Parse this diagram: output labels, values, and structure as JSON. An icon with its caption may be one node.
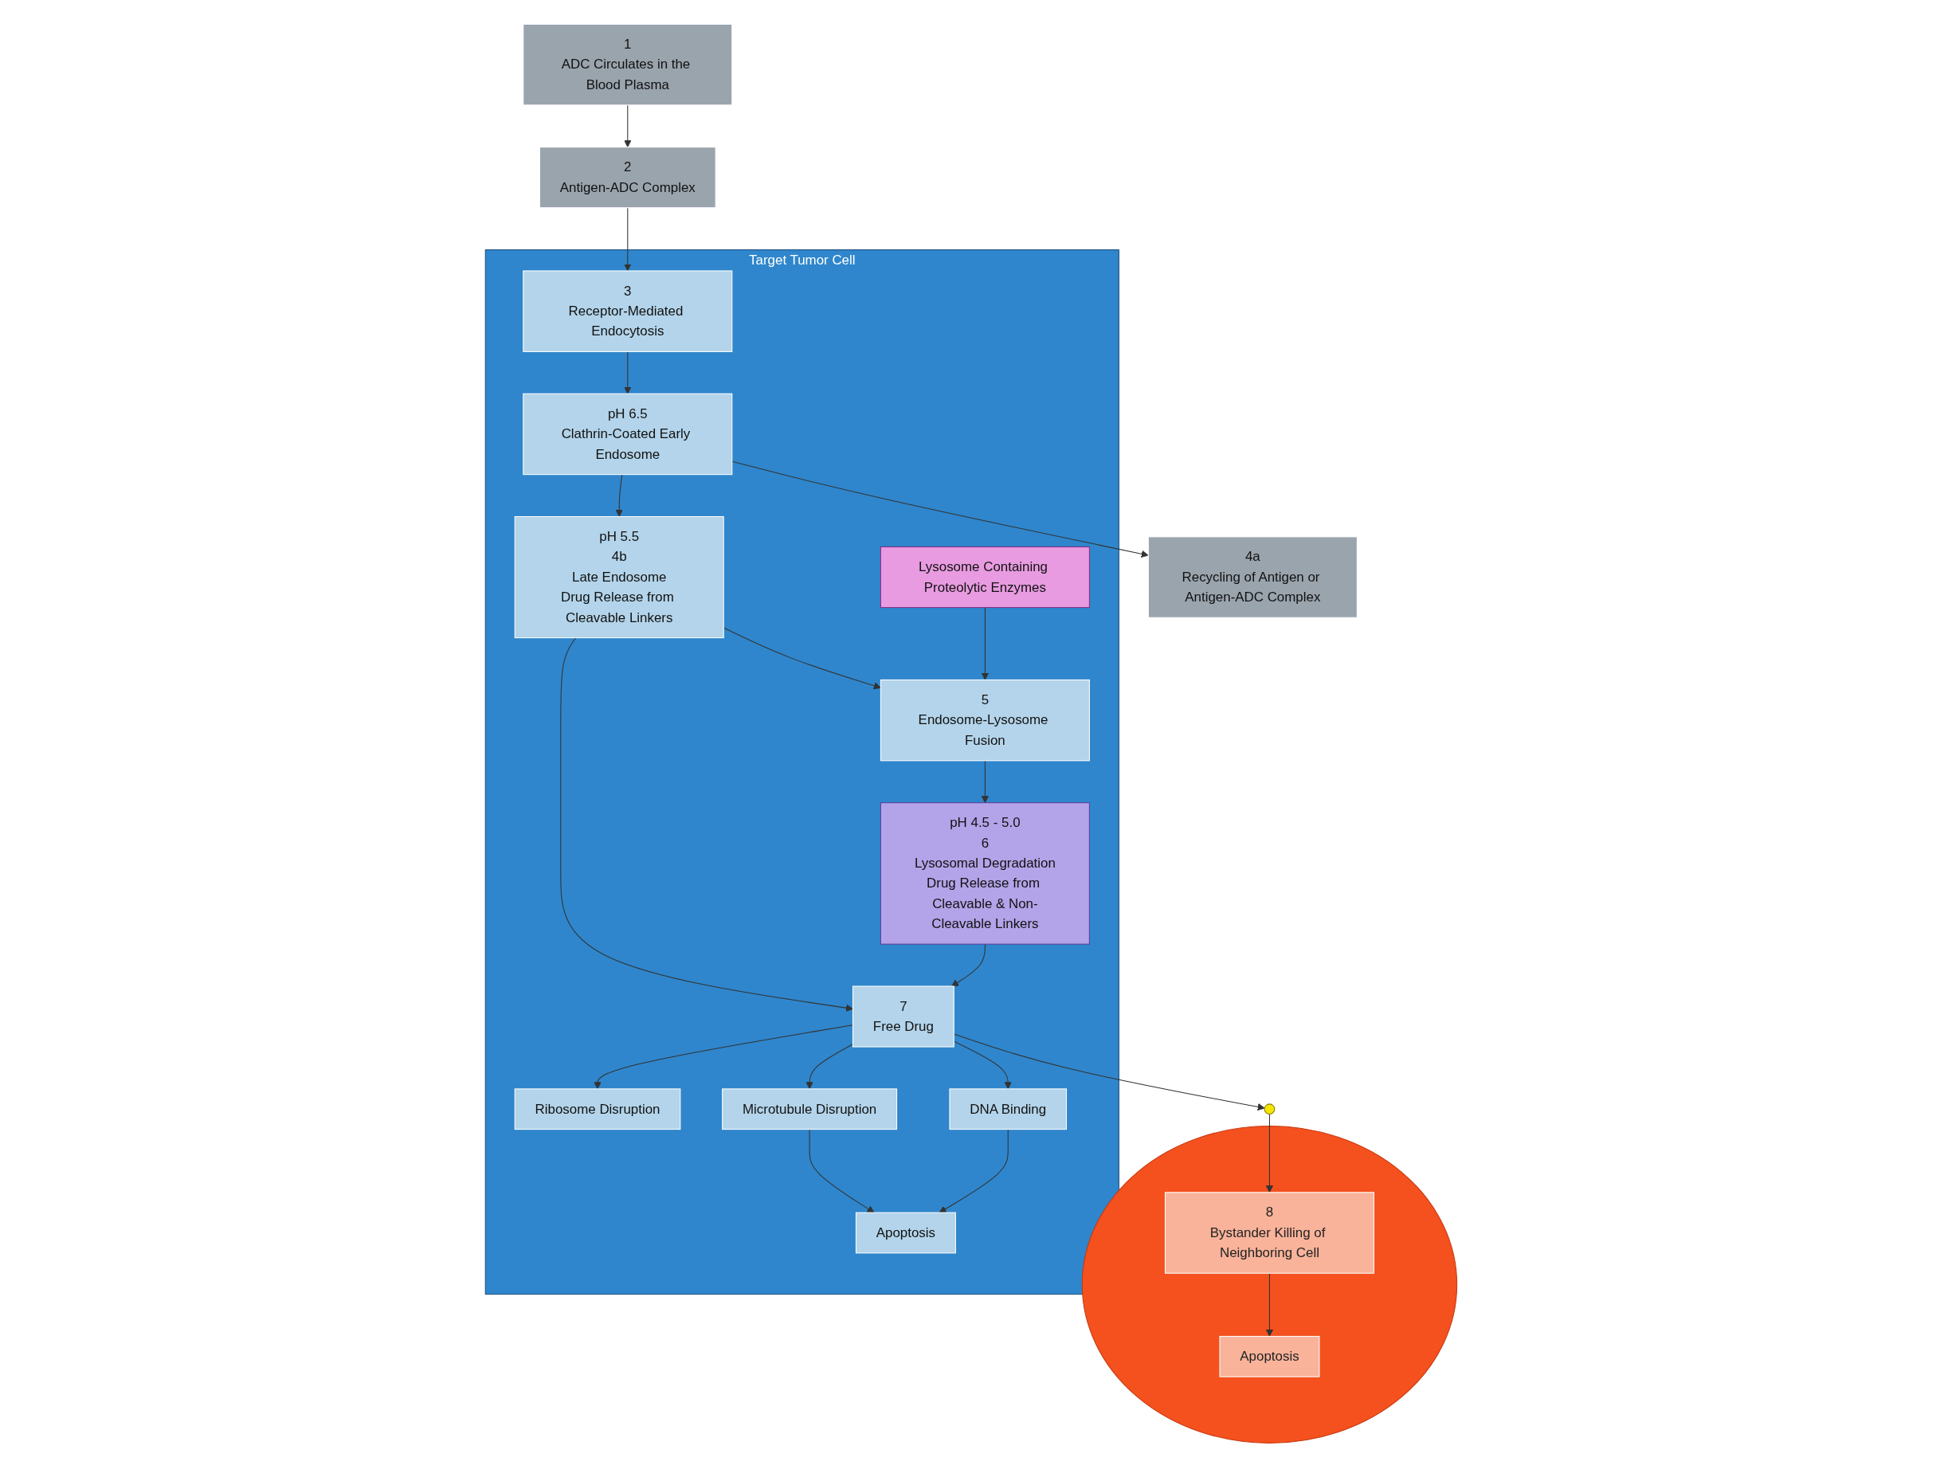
{
  "diagram": {
    "nodes": [
      {
        "text": [],
        "shape": "circle"
      },
      {
        "text": [
          "Apoptosis"
        ],
        "in": 0
      },
      {
        "text": [
          "8",
          "Bystander Killing of Neighboring Cell"
        ],
        "in": 0
      },
      {
        "text": [
          "1",
          "ADC Circulates in the Blood Plasma"
        ]
      },
      {
        "text": [
          "2",
          "Antigen-ADC Complex"
        ]
      },
      {
        "text": [
          "4a",
          "Recycling of Antigen or Antigen-ADC Complex"
        ]
      },
      {
        "text": [
          "Target Tumor Cell"
        ]
      },
      {
        "text": [
          "3",
          "Receptor-Mediated Endocytosis"
        ],
        "in": 6
      },
      {
        "text": [
          "pH 6.5",
          "Clathrin-Coated Early Endosome"
        ],
        "in": 6
      },
      {
        "text": [
          "pH 5.5",
          "4b",
          "Late Endosome",
          "Drug Release from Cleavable Linkers"
        ],
        "in": 6
      },
      {
        "text": [
          "5",
          "Endosome-Lysosome Fusion"
        ],
        "in": 6
      },
      {
        "text": [
          "Lysosome Containing Proteolytic Enzymes"
        ],
        "in": 6
      },
      {
        "text": [
          "pH 4.5 - 5.0",
          "6",
          "Lysosomal Degradation",
          "Drug Release from Cleavable & Non-Cleavable Linkers"
        ],
        "in": 6
      },
      {
        "text": [
          "7",
          "Free Drug"
        ],
        "in": 6
      },
      {
        "text": [
          "Ribosome Disruption"
        ],
        "in": 6
      },
      {
        "text": [
          "Microtubule Disruption"
        ],
        "in": 6
      },
      {
        "text": [
          "DNA Binding"
        ],
        "in": 6
      },
      {
        "text": [
          "Apoptosis"
        ],
        "in": 6
      },
      {
        "text": [],
        "shape": "circle"
      }
    ],
    "edges": [
      {
        "from": 3,
        "to": 4,
        "arrow": "to"
      },
      {
        "from": 4,
        "to": 7,
        "arrow": "to"
      },
      {
        "from": 7,
        "to": 8,
        "arrow": "to"
      },
      {
        "from": 8,
        "to": 5,
        "arrow": "to"
      },
      {
        "from": 8,
        "to": 9,
        "arrow": "to"
      },
      {
        "from": 9,
        "to": 10,
        "arrow": "to"
      },
      {
        "from": 9,
        "to": 13,
        "arrow": "to"
      },
      {
        "from": 11,
        "to": 10,
        "arrow": "to"
      },
      {
        "from": 10,
        "to": 12,
        "arrow": "to"
      },
      {
        "from": 12,
        "to": 13,
        "arrow": "to"
      },
      {
        "from": 13,
        "to": 14,
        "arrow": "to"
      },
      {
        "from": 13,
        "to": 15,
        "arrow": "to"
      },
      {
        "from": 13,
        "to": 16,
        "arrow": "to"
      },
      {
        "from": 13,
        "to": 18,
        "arrow": "to"
      },
      {
        "from": 18,
        "to": 2,
        "arrow": "to"
      },
      {
        "from": 2,
        "to": 1,
        "arrow": "to"
      },
      {
        "from": 15,
        "to": 17,
        "arrow": "to"
      },
      {
        "from": 16,
        "to": 17,
        "arrow": "to"
      }
    ]
  }
}
